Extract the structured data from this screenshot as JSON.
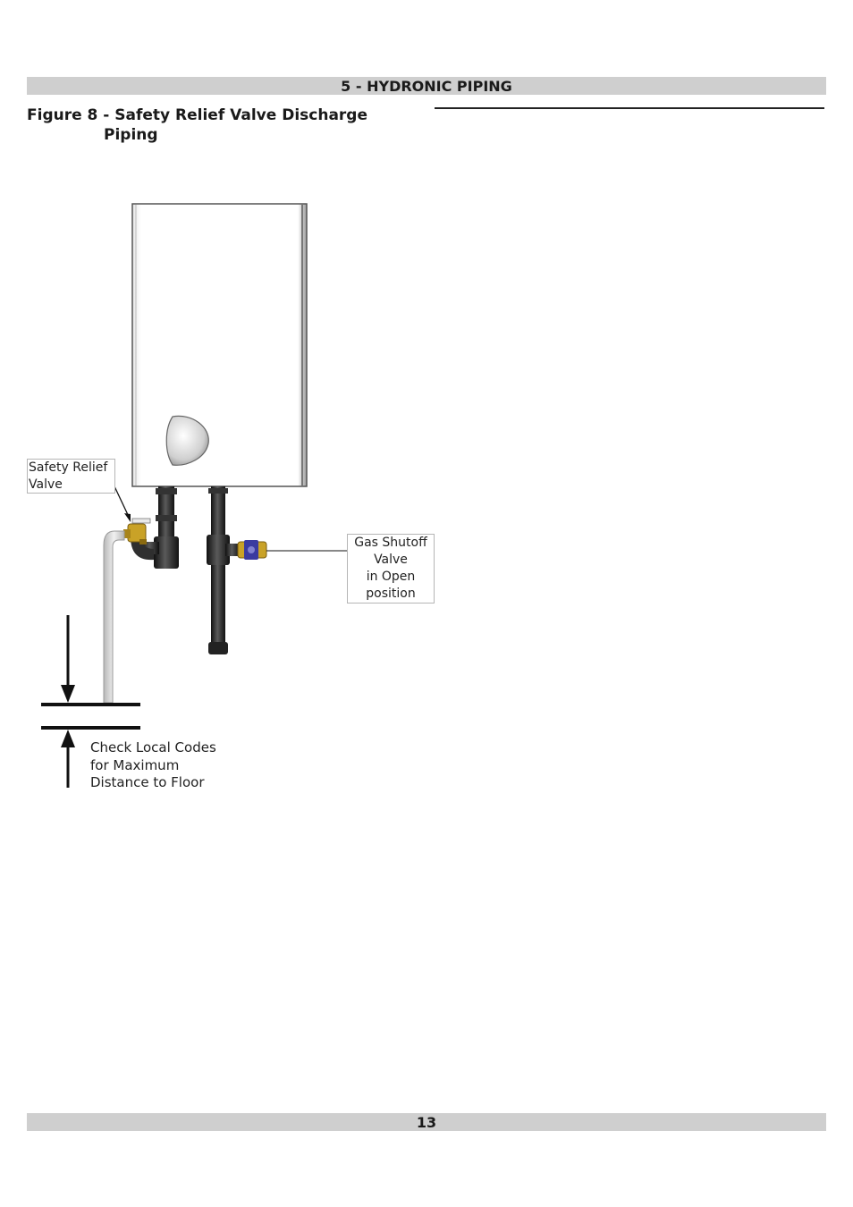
{
  "header": {
    "section_title": "5 - HYDRONIC PIPING"
  },
  "figure": {
    "title_line1": "Figure 8 - Safety Relief Valve Discharge",
    "title_line2": "Piping",
    "labels": {
      "safety_relief_valve": "Safety Relief\nValve",
      "gas_shutoff_valve": "Gas Shutoff\nValve\nin Open\nposition",
      "check_local_codes": "Check Local Codes\nfor Maximum\nDistance to Floor"
    }
  },
  "footer": {
    "page_number": "13"
  },
  "colors": {
    "bar_gray": "#cfcfcf",
    "pipe_dark": "#2b2b2b",
    "valve_brass": "#c9a227",
    "valve_blue": "#3a3aa0",
    "discharge_pipe": "#d8d8d8"
  }
}
